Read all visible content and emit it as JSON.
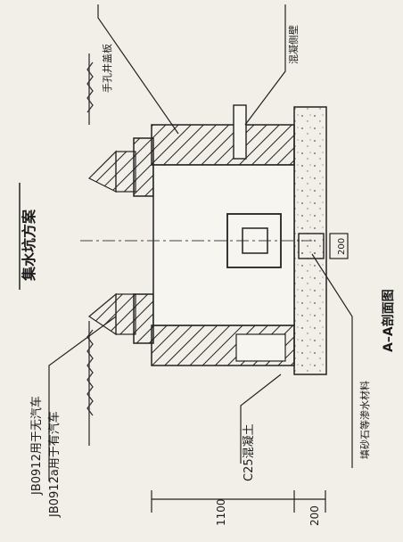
{
  "drawing": {
    "title": "集水坑方案",
    "section_title": "A–A剖面图",
    "callouts": {
      "top_right_text": "混凝侧壁",
      "top_middle_text": "手孔井盖板",
      "left_upper_text": "JB0912用于无汽车",
      "left_lower_text": "JB0912a用于有汽车",
      "bottom_left_text": "C25混凝土",
      "bottom_middle_text": "填砂石等渗水材料"
    },
    "dimensions": {
      "dim_left_upper": "1100",
      "dim_left_lower": "200",
      "dim_small_box": "200"
    }
  }
}
